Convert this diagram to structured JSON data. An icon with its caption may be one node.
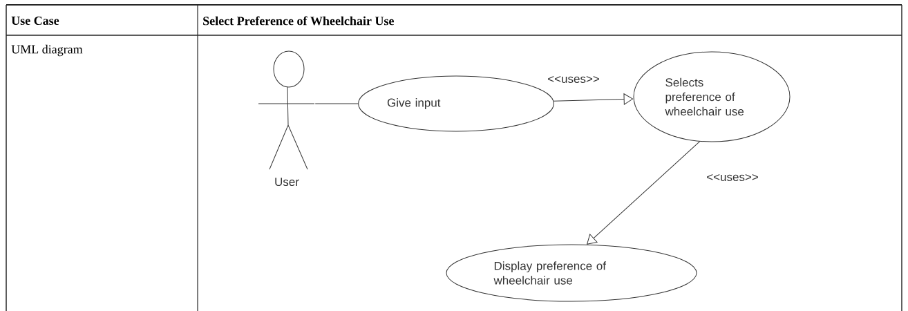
{
  "diagram": {
    "nodes": [
      {
        "text": [
          "User"
        ]
      },
      {
        "text": [
          "Give input"
        ]
      },
      {
        "text": [
          "Selects preference of wheelchair use"
        ]
      },
      {
        "text": [
          "Display preference of wheelchair use"
        ]
      }
    ],
    "edges": [
      {
        "from": 0,
        "to": 1,
        "arrow": "none"
      },
      {
        "from": 1,
        "to": 2,
        "arrow": "to",
        "label": "<<uses>>"
      },
      {
        "from": 2,
        "to": 3,
        "arrow": "to",
        "label": "<<uses>>"
      }
    ],
    "labels": [
      "Use Case",
      "Select Preference of Wheelchair Use",
      "UML diagram"
    ]
  }
}
